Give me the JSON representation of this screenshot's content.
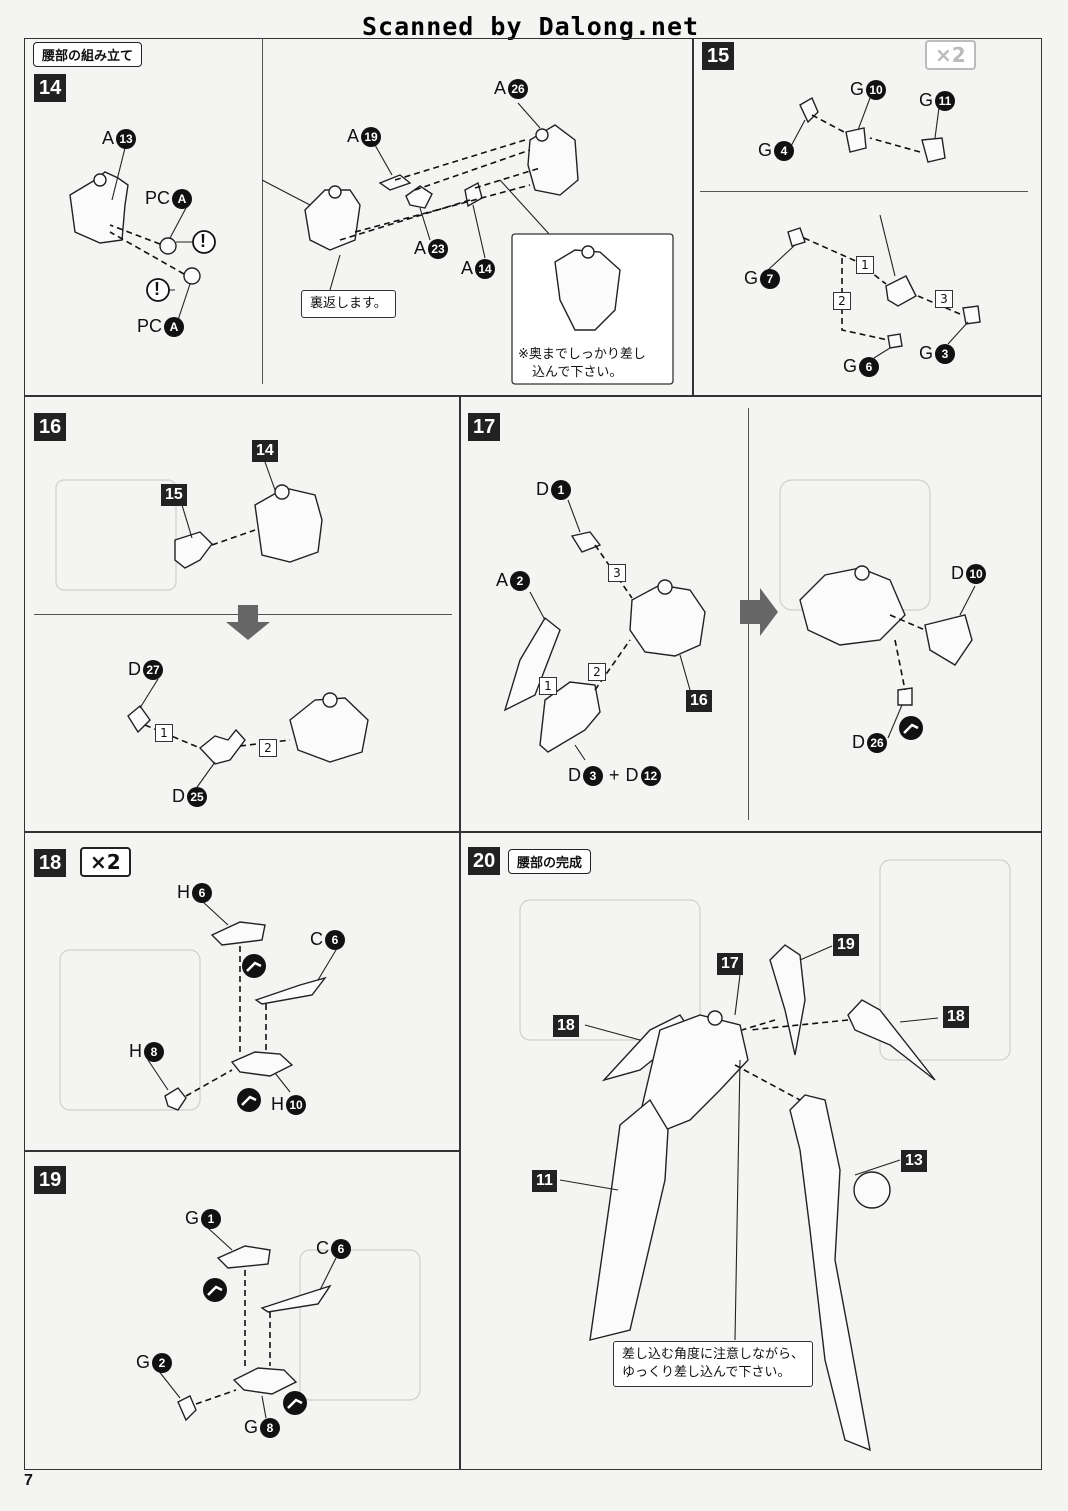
{
  "watermark": "Scanned by Dalong.net",
  "page_number": "7",
  "section": {
    "waist_assembly_title": "腰部の組み立て",
    "waist_complete_title": "腰部の完成"
  },
  "steps": {
    "s14": {
      "num": "14",
      "flip_note": "裏返します。",
      "insert_note_l1": "※奥までしっかり差し",
      "insert_note_l2": "込んで下さい。"
    },
    "s15": {
      "num": "15",
      "x2": "×2"
    },
    "s16": {
      "num": "16",
      "ref14": "14",
      "ref15": "15"
    },
    "s17": {
      "num": "17",
      "ref16": "16"
    },
    "s18": {
      "num": "18",
      "x2": "×2"
    },
    "s19": {
      "num": "19"
    },
    "s20": {
      "num": "20",
      "ref17": "17",
      "ref18a": "18",
      "ref18b": "18",
      "ref19": "19",
      "ref11": "11",
      "ref13": "13",
      "note_l1": "差し込む角度に注意しながら、",
      "note_l2": "ゆっくり差し込んで下さい。"
    }
  },
  "parts": {
    "A13": {
      "letter": "A",
      "num": "13"
    },
    "PCA1": {
      "letter": "PC",
      "num": "A"
    },
    "PCA2": {
      "letter": "PC",
      "num": "A"
    },
    "A19": {
      "letter": "A",
      "num": "19"
    },
    "A26": {
      "letter": "A",
      "num": "26"
    },
    "A23": {
      "letter": "A",
      "num": "23"
    },
    "A14": {
      "letter": "A",
      "num": "14"
    },
    "G10": {
      "letter": "G",
      "num": "10"
    },
    "G11": {
      "letter": "G",
      "num": "11"
    },
    "G4": {
      "letter": "G",
      "num": "4"
    },
    "G7": {
      "letter": "G",
      "num": "7"
    },
    "G3": {
      "letter": "G",
      "num": "3"
    },
    "G6": {
      "letter": "G",
      "num": "6"
    },
    "D27": {
      "letter": "D",
      "num": "27"
    },
    "D25": {
      "letter": "D",
      "num": "25"
    },
    "D1": {
      "letter": "D",
      "num": "1"
    },
    "A2": {
      "letter": "A",
      "num": "2"
    },
    "D3": {
      "letter": "D",
      "num": "3"
    },
    "D12": {
      "letter": "D",
      "num": "12"
    },
    "D10": {
      "letter": "D",
      "num": "10"
    },
    "D26": {
      "letter": "D",
      "num": "26"
    },
    "H6": {
      "letter": "H",
      "num": "6"
    },
    "C6a": {
      "letter": "C",
      "num": "6"
    },
    "H8": {
      "letter": "H",
      "num": "8"
    },
    "H10": {
      "letter": "H",
      "num": "10"
    },
    "G1": {
      "letter": "G",
      "num": "1"
    },
    "C6b": {
      "letter": "C",
      "num": "6"
    },
    "G2": {
      "letter": "G",
      "num": "2"
    },
    "G8": {
      "letter": "G",
      "num": "8"
    }
  },
  "seq": {
    "one": "1",
    "two": "2",
    "three": "3",
    "plus": "+",
    "warn": "!"
  }
}
